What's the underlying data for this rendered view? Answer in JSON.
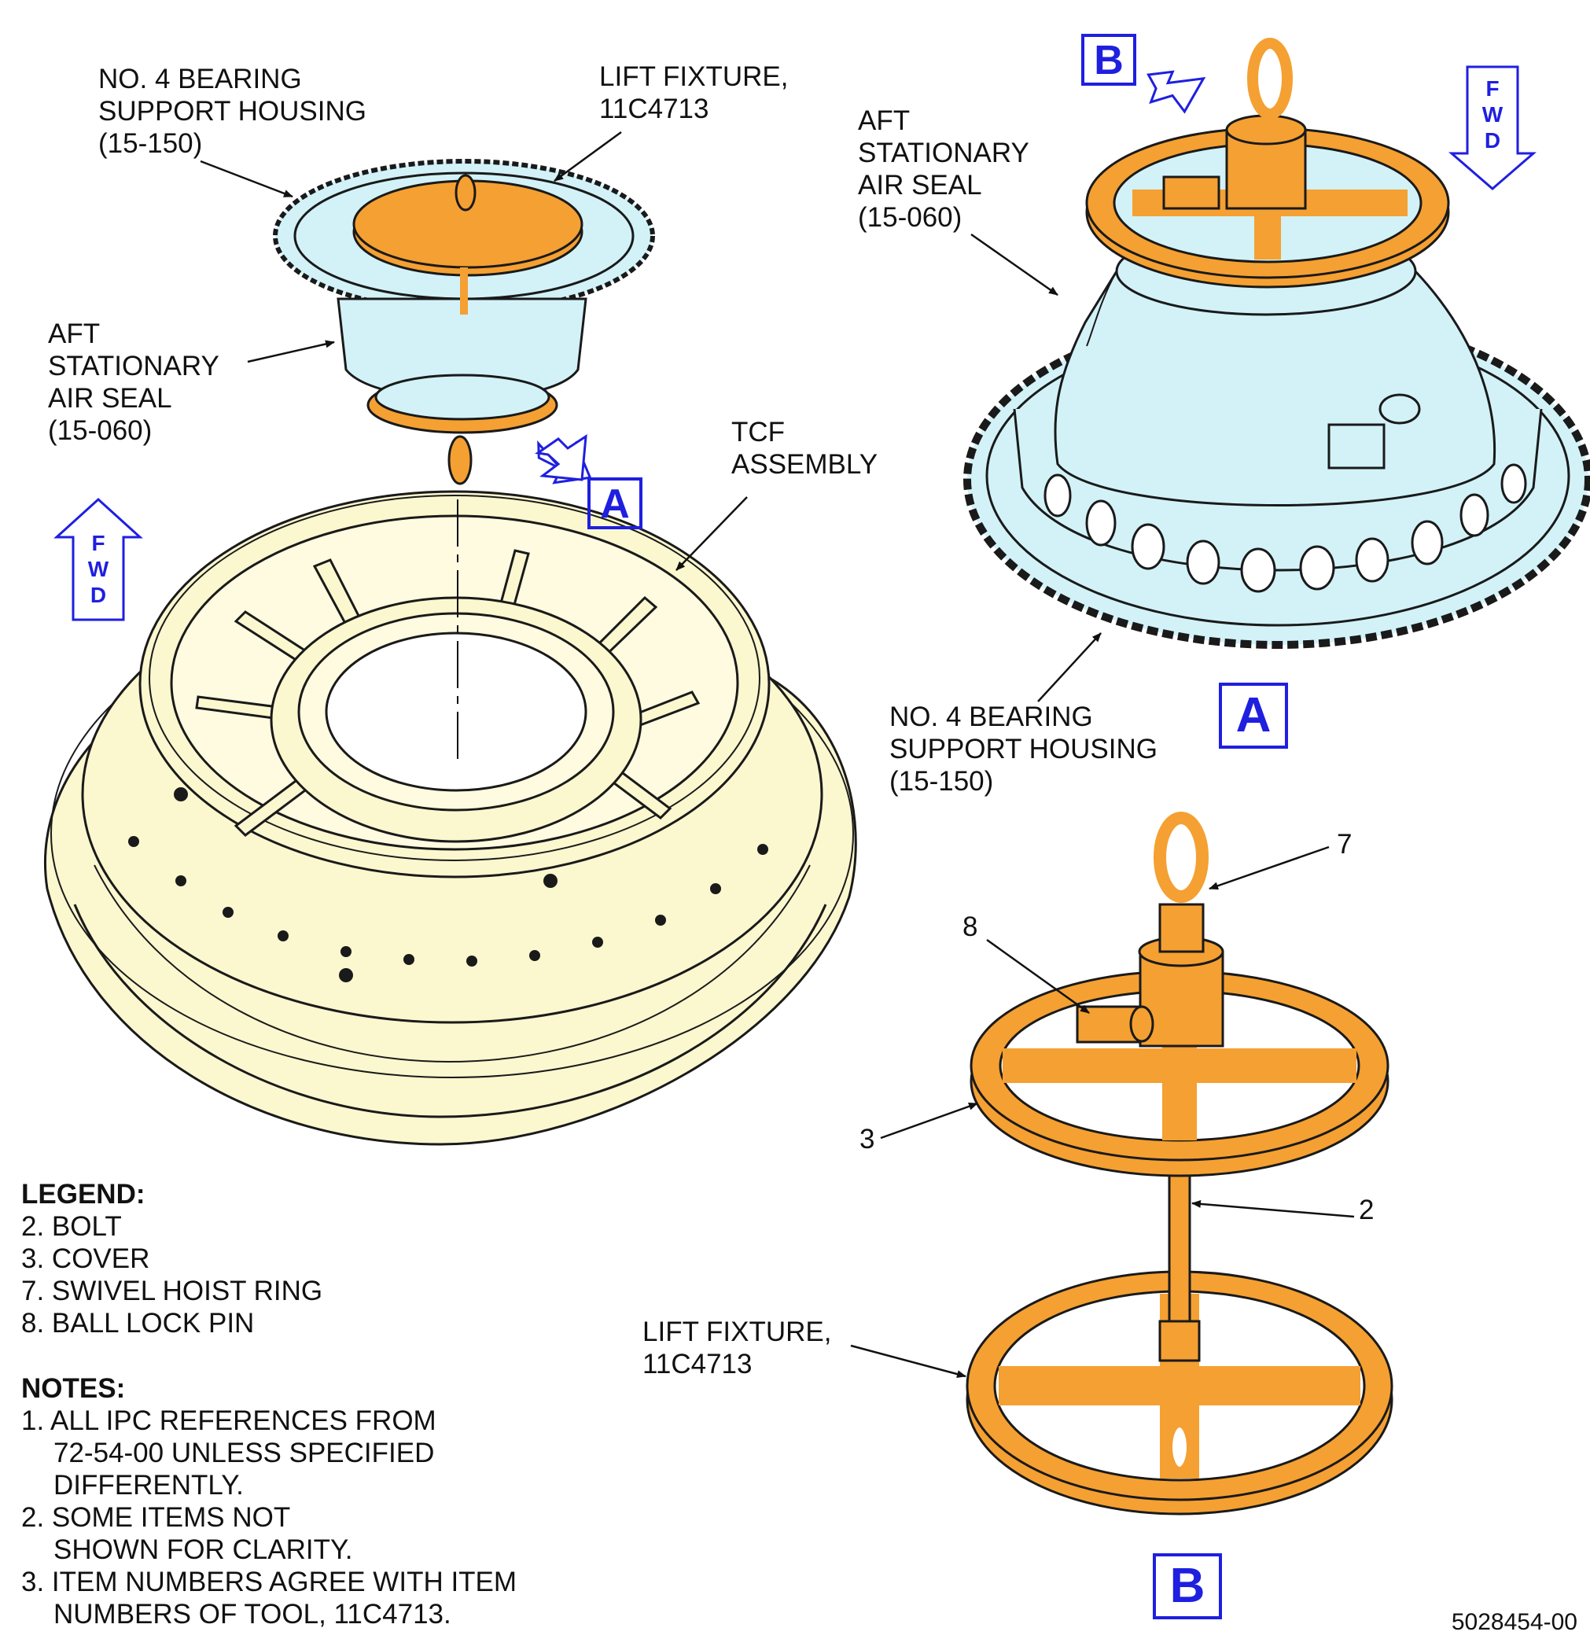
{
  "labels": {
    "bearing_housing_left": "NO. 4 BEARING\nSUPPORT HOUSING\n(15-150)",
    "lift_fixture_top": "LIFT FIXTURE,\n11C4713",
    "aft_seal_left": "AFT\nSTATIONARY\nAIR SEAL\n(15-060)",
    "tcf_assembly": "TCF\nASSEMBLY",
    "aft_seal_right": "AFT\nSTATIONARY\nAIR SEAL\n(15-060)",
    "bearing_housing_right": "NO. 4 BEARING\nSUPPORT HOUSING\n(15-150)",
    "lift_fixture_bottom": "LIFT FIXTURE,\n11C4713"
  },
  "item_numbers": {
    "i7": "7",
    "i8": "8",
    "i3": "3",
    "i2": "2"
  },
  "view_tags": {
    "a_left": "A",
    "a_right": "A",
    "b_top": "B",
    "b_bottom": "B"
  },
  "fwd_text": {
    "f": "F",
    "w": "W",
    "d": "D"
  },
  "legend": {
    "title": "LEGEND:",
    "items": [
      "2. BOLT",
      "3. COVER",
      "7. SWIVEL HOIST RING",
      "8. BALL LOCK PIN"
    ]
  },
  "notes": {
    "title": "NOTES:",
    "n1": [
      "1. ALL IPC REFERENCES FROM",
      "72-54-00 UNLESS SPECIFIED",
      "DIFFERENTLY."
    ],
    "n2": [
      "2. SOME ITEMS NOT",
      "SHOWN FOR CLARITY."
    ],
    "n3": [
      "3. ITEM NUMBERS AGREE WITH ITEM",
      "NUMBERS OF TOOL, 11C4713."
    ]
  },
  "figure_number": "5028454-00",
  "colors": {
    "orange": "#f5a032",
    "light_blue": "#d2f2f8",
    "cream": "#fbf7cf",
    "tag_blue": "#1f1fe0",
    "outline": "#1a1a1a"
  }
}
